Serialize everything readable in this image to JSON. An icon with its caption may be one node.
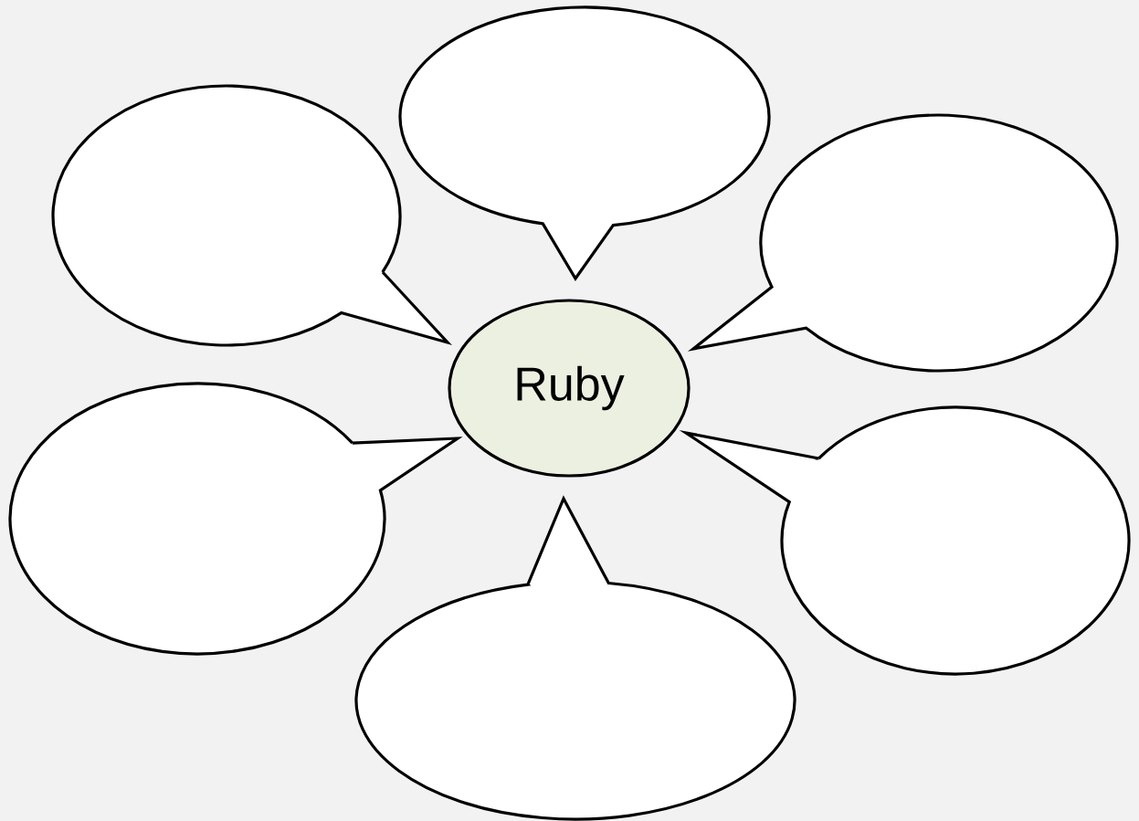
{
  "diagram": {
    "nodes": [
      {
        "text": [],
        "shape": "callout"
      },
      {
        "text": [],
        "shape": "callout"
      },
      {
        "text": [],
        "shape": "callout"
      },
      {
        "text": [
          "Ruby"
        ]
      },
      {
        "text": [],
        "shape": "callout"
      },
      {
        "text": [],
        "shape": "callout"
      },
      {
        "text": [],
        "shape": "callout"
      }
    ]
  }
}
